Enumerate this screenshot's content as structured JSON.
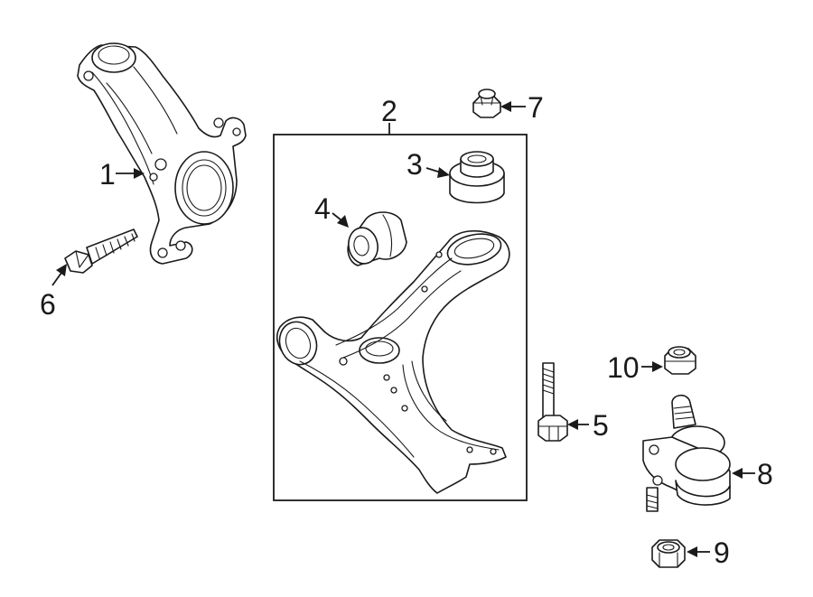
{
  "diagram": {
    "type": "exploded-parts-diagram",
    "callouts": [
      {
        "number": "1",
        "part": "steering-knuckle"
      },
      {
        "number": "2",
        "part": "lower-control-arm-assembly"
      },
      {
        "number": "3",
        "part": "rear-bushing"
      },
      {
        "number": "4",
        "part": "front-bushing"
      },
      {
        "number": "5",
        "part": "arm-bolt"
      },
      {
        "number": "6",
        "part": "knuckle-bolt"
      },
      {
        "number": "7",
        "part": "nut"
      },
      {
        "number": "8",
        "part": "ball-joint"
      },
      {
        "number": "9",
        "part": "ball-joint-nut"
      },
      {
        "number": "10",
        "part": "ball-joint-nut-upper"
      }
    ],
    "colors": {
      "line": "#1a1a1a",
      "background": "#ffffff"
    }
  }
}
